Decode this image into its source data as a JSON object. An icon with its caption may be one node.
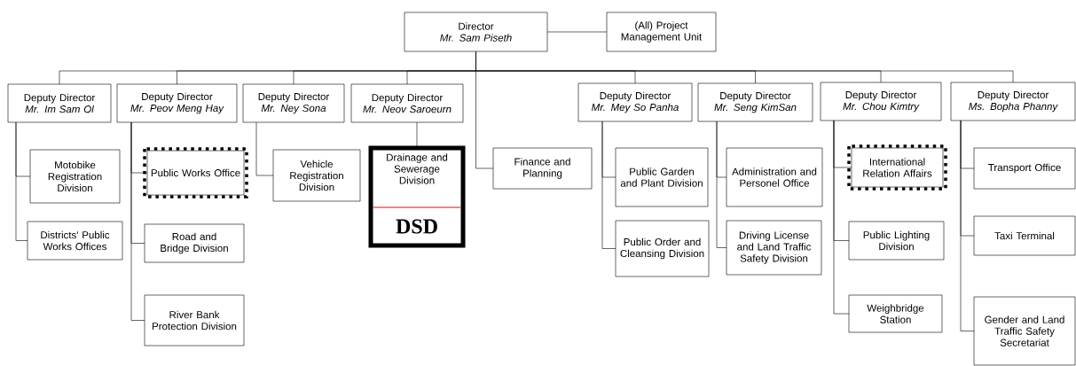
{
  "diagram": {
    "nodes": [
      {
        "text": [
          "Director",
          "Mr. Sam Piseth"
        ]
      },
      {
        "text": [
          "(All) Project Management Unit"
        ]
      },
      {
        "text": [
          "Deputy Director",
          "Mr. Im Sam Ol"
        ]
      },
      {
        "text": [
          "Deputy Director",
          "Mr. Peov Meng Hay"
        ]
      },
      {
        "text": [
          "Deputy Director",
          "Mr. Ney Sona"
        ]
      },
      {
        "text": [
          "Deputy Director",
          "Mr. Neov Saroeurn"
        ]
      },
      {
        "text": [
          "Deputy Director",
          "Mr. Mey So Panha"
        ]
      },
      {
        "text": [
          "Deputy Director",
          "Mr. Seng KimSan"
        ]
      },
      {
        "text": [
          "Deputy Director",
          "Mr. Chou Kimtry"
        ]
      },
      {
        "text": [
          "Deputy Director",
          "Ms. Bopha Phanny"
        ]
      },
      {
        "text": [
          "Motobike Registration Division"
        ]
      },
      {
        "text": [
          "Districts' Public Works Offices"
        ]
      },
      {
        "text": [
          "Public Works Office"
        ]
      },
      {
        "text": [
          "Road and Bridge Division"
        ]
      },
      {
        "text": [
          "River Bank Protection Division"
        ]
      },
      {
        "text": [
          "Vehicle Registration Division"
        ]
      },
      {
        "text": [
          "Drainage and Sewerage Division",
          "DSD"
        ]
      },
      {
        "text": [
          "Finance and Planning"
        ]
      },
      {
        "text": [
          "Public Garden and Plant Division"
        ]
      },
      {
        "text": [
          "Public Order and Cleansing Division"
        ]
      },
      {
        "text": [
          "Administration and Personel Office"
        ]
      },
      {
        "text": [
          "Driving License and Land Traffic Safety Division"
        ]
      },
      {
        "text": [
          "International Relation Affairs"
        ]
      },
      {
        "text": [
          "Public Lighting Division"
        ]
      },
      {
        "text": [
          "Weighbridge Station"
        ]
      },
      {
        "text": [
          "Transport Office"
        ]
      },
      {
        "text": [
          "Taxi Terminal"
        ]
      },
      {
        "text": [
          "Gender and Land Traffic Safety Secretariat"
        ]
      }
    ],
    "edges": [
      {
        "from": 0,
        "to": 1,
        "arrow": "none"
      },
      {
        "from": 0,
        "to": 2,
        "arrow": "none"
      },
      {
        "from": 0,
        "to": 3,
        "arrow": "none"
      },
      {
        "from": 0,
        "to": 4,
        "arrow": "none"
      },
      {
        "from": 0,
        "to": 5,
        "arrow": "none"
      },
      {
        "from": 0,
        "to": 17,
        "arrow": "none"
      },
      {
        "from": 0,
        "to": 6,
        "arrow": "none"
      },
      {
        "from": 0,
        "to": 7,
        "arrow": "none"
      },
      {
        "from": 0,
        "to": 8,
        "arrow": "none"
      },
      {
        "from": 0,
        "to": 9,
        "arrow": "none"
      },
      {
        "from": 2,
        "to": 10,
        "arrow": "none"
      },
      {
        "from": 2,
        "to": 11,
        "arrow": "none"
      },
      {
        "from": 3,
        "to": 12,
        "arrow": "none"
      },
      {
        "from": 3,
        "to": 13,
        "arrow": "none"
      },
      {
        "from": 3,
        "to": 14,
        "arrow": "none"
      },
      {
        "from": 4,
        "to": 15,
        "arrow": "none"
      },
      {
        "from": 5,
        "to": 16,
        "arrow": "none"
      },
      {
        "from": 6,
        "to": 18,
        "arrow": "none"
      },
      {
        "from": 6,
        "to": 19,
        "arrow": "none"
      },
      {
        "from": 7,
        "to": 20,
        "arrow": "none"
      },
      {
        "from": 7,
        "to": 21,
        "arrow": "none"
      },
      {
        "from": 8,
        "to": 22,
        "arrow": "none"
      },
      {
        "from": 8,
        "to": 23,
        "arrow": "none"
      },
      {
        "from": 8,
        "to": 24,
        "arrow": "none"
      },
      {
        "from": 9,
        "to": 25,
        "arrow": "none"
      },
      {
        "from": 9,
        "to": 26,
        "arrow": "none"
      },
      {
        "from": 9,
        "to": 27,
        "arrow": "none"
      }
    ]
  }
}
